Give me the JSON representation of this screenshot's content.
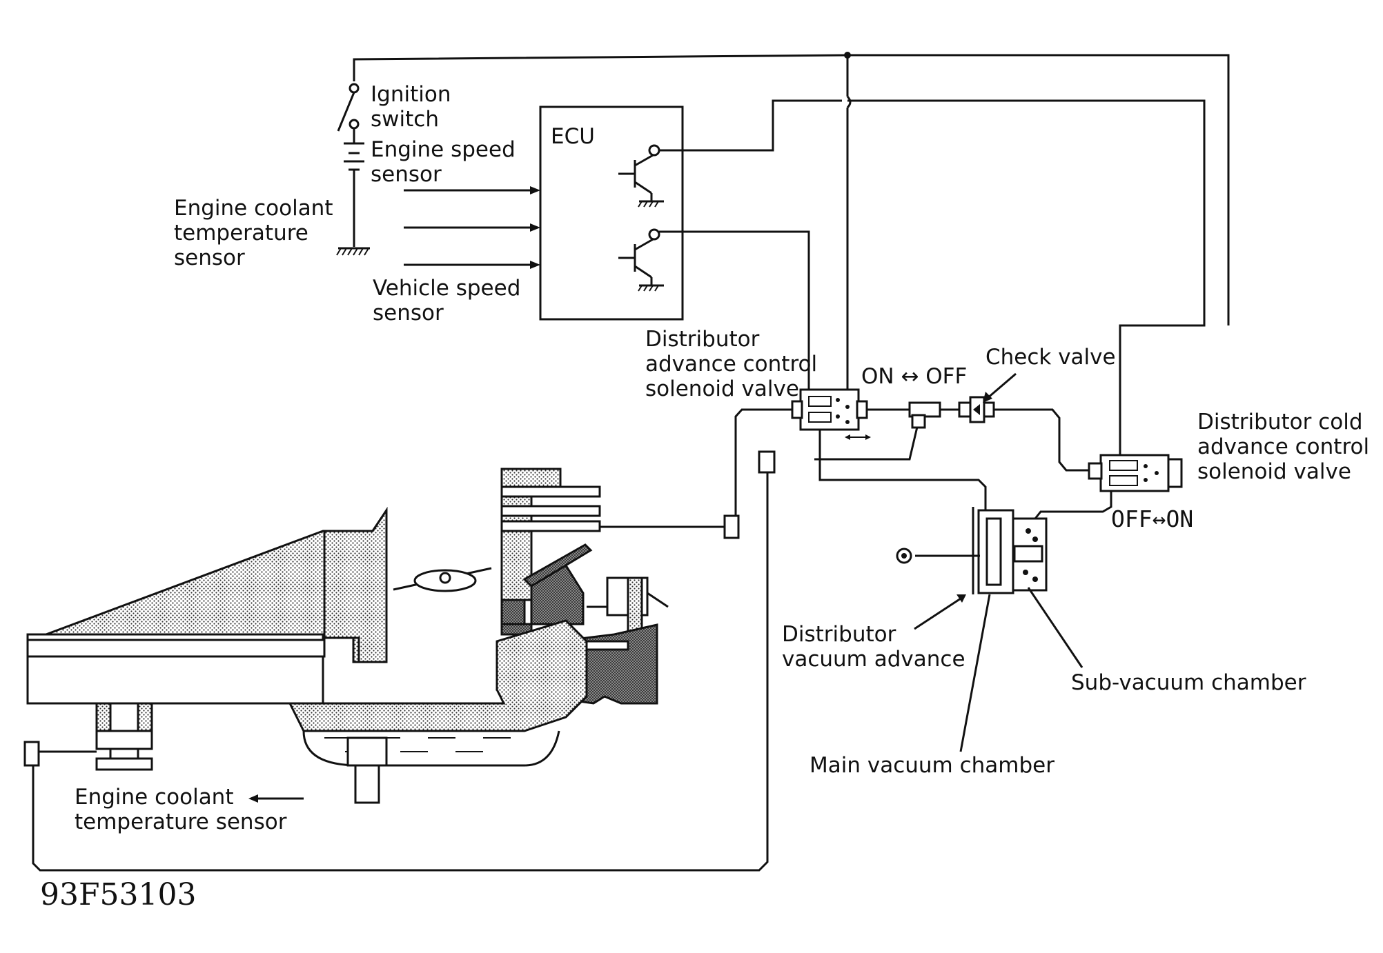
{
  "labels": {
    "ignition_switch": [
      "Ignition",
      "switch"
    ],
    "engine_speed_sensor": [
      "Engine speed",
      "sensor"
    ],
    "ect_sensor_top": [
      "Engine coolant",
      "temperature",
      "sensor"
    ],
    "vehicle_speed_sensor": [
      "Vehicle speed",
      "sensor"
    ],
    "ecu": "ECU",
    "dist_adv_solenoid": [
      "Distributor",
      "advance control",
      "solenoid valve"
    ],
    "on_off": "ON ↔ OFF",
    "check_valve": "Check valve",
    "dist_cold_solenoid": [
      "Distributor cold",
      "advance control",
      "solenoid valve"
    ],
    "off_on": "OFF↔ON",
    "dist_vacuum_advance": [
      "Distributor",
      "vacuum advance"
    ],
    "sub_vacuum_chamber": "Sub-vacuum chamber",
    "main_vacuum_chamber": "Main vacuum chamber",
    "ect_sensor_bottom": [
      "Engine coolant",
      "temperature sensor"
    ],
    "figure_id": "93F53103"
  }
}
